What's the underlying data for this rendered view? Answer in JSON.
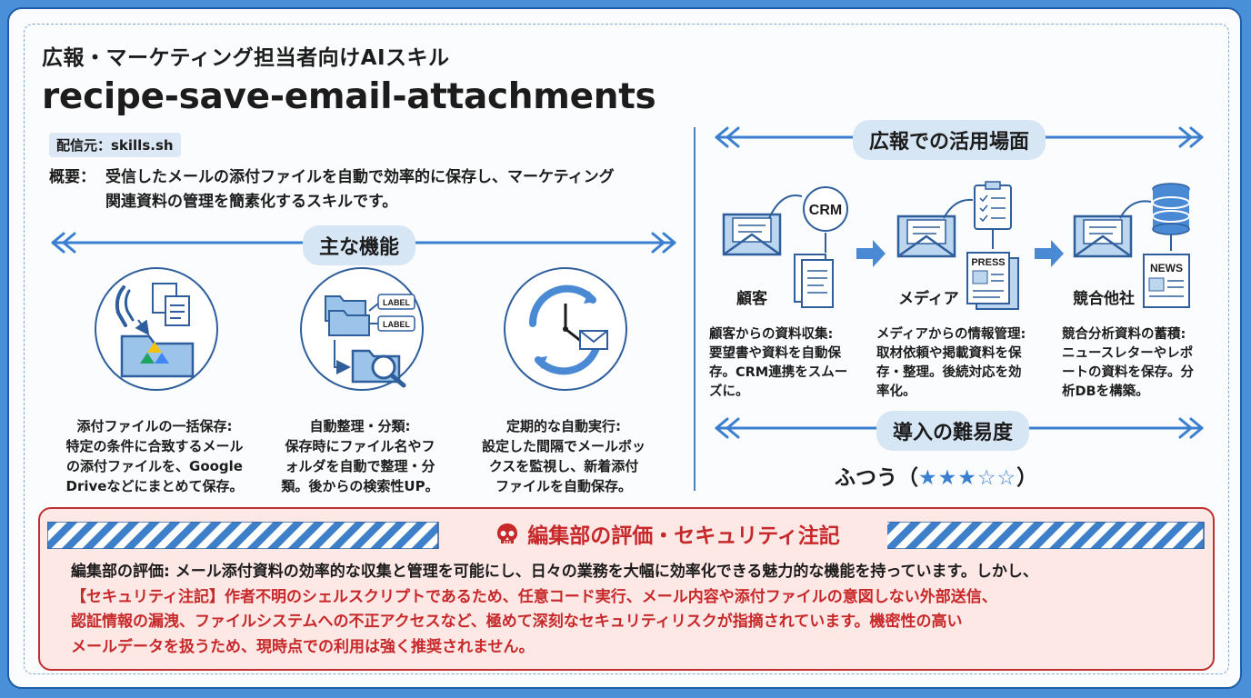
{
  "header": {
    "subtitle": "広報・マーケティング担当者向けAIスキル",
    "title": "recipe-save-email-attachments",
    "source": "配信元：skills.sh",
    "summary_label": "概要：",
    "summary_line1": "受信したメールの添付ファイルを自動で効率的に保存し、マーケティング",
    "summary_line2": "関連資料の管理を簡素化するスキルです。"
  },
  "features": {
    "heading": "主な機能",
    "items": [
      {
        "icon": "attachment-folder-icon",
        "title": "添付ファイルの一括保存:",
        "lines": [
          "特定の条件に合致するメール",
          "の添付ファイルを、Google",
          "Driveなどにまとめて保存。"
        ]
      },
      {
        "icon": "folder-label-icon",
        "title": "自動整理・分類:",
        "lines": [
          "保存時にファイル名やフ",
          "ォルダを自動で整理・分",
          "類。後からの検索性UP。"
        ],
        "labels": [
          "LABEL",
          "LABEL"
        ]
      },
      {
        "icon": "clock-sync-icon",
        "title": "定期的な自動実行:",
        "lines": [
          "設定した間隔でメールボッ",
          "クスを監視し、新着添付",
          "ファイルを自動保存。"
        ]
      }
    ]
  },
  "usage": {
    "heading": "広報での活用場面",
    "flows": [
      {
        "label": "顧客",
        "badge": "CRM",
        "title": "顧客からの資料収集:",
        "lines": [
          "要望書や資料を自動保",
          "存。CRM連携をスムー",
          "ズに。"
        ]
      },
      {
        "label": "メディア",
        "badge": "PRESS",
        "title": "メディアからの情報管理:",
        "lines": [
          "取材依頼や掲載資料を保",
          "存・整理。後続対応を効",
          "率化。"
        ]
      },
      {
        "label": "競合他社",
        "badge": "NEWS",
        "title": "競合分析資料の蓄積:",
        "lines": [
          "ニュースレターやレポ",
          "ートの資料を保存。分",
          "析DBを構築。"
        ]
      }
    ]
  },
  "difficulty": {
    "heading": "導入の難易度",
    "level": "ふつう（",
    "stars": "★★★☆☆",
    "close": "）",
    "rating": 3,
    "max": 5
  },
  "security": {
    "title": "編集部の評価・セキュリティ注記",
    "line1": "編集部の評価: メール添付資料の効率的な収集と管理を可能にし、日々の業務を大幅に効率化できる魅力的な機能を持っています。しかし、",
    "line2": "【セキュリティ注記】作者不明のシェルスクリプトであるため、任意コード実行、メール内容や添付ファイルの意図しない外部送信、",
    "line3": "認証情報の漏洩、ファイルシステムへの不正アクセスなど、極めて深刻なセキュリティリスクが指摘されています。機密性の高い",
    "line4": "メールデータを扱うため、現時点での利用は強く推奨されません。"
  },
  "colors": {
    "accent": "#3b7fd1",
    "warning": "#c7282a",
    "background": "#4a90d9"
  }
}
